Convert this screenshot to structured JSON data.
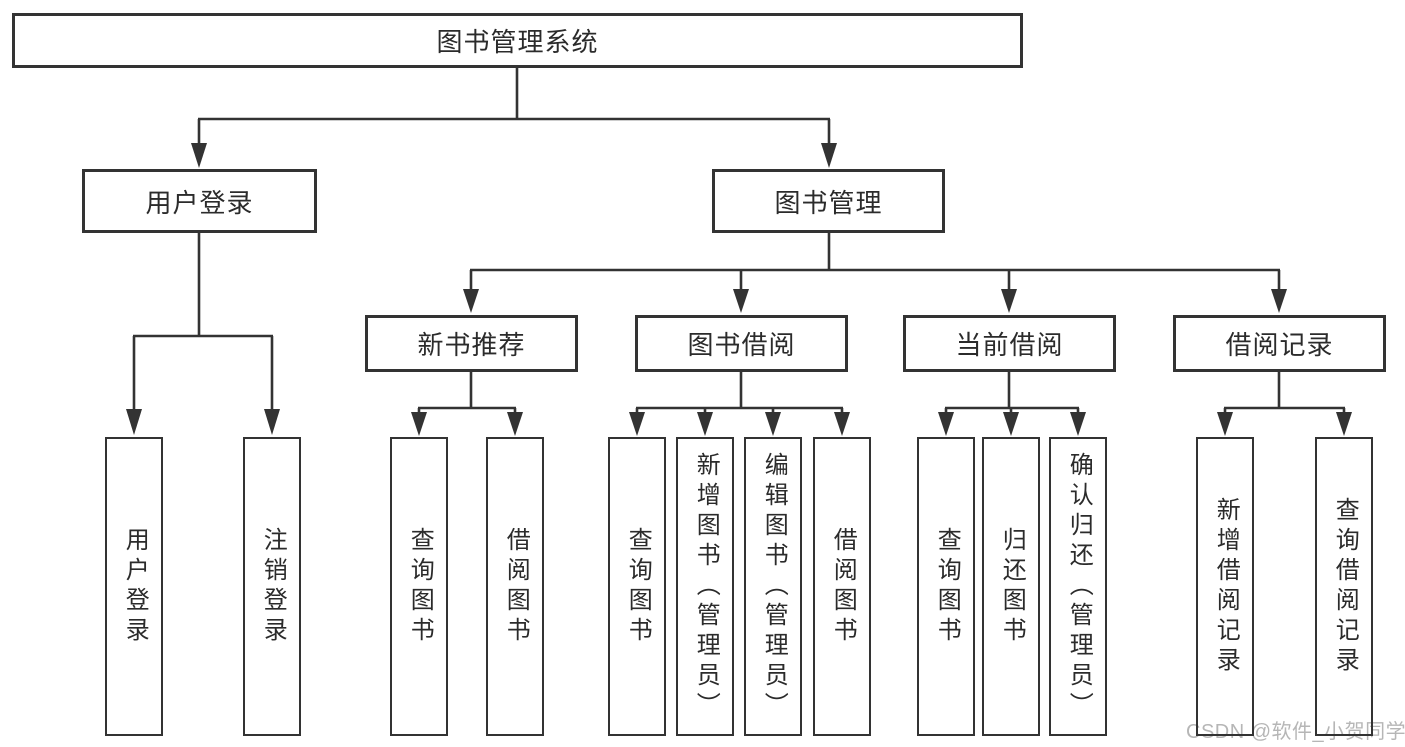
{
  "colors": {
    "background": "#ffffff",
    "box_background": "#ffffff",
    "box_border": "#333333",
    "line": "#333333",
    "text": "#2b2b2b",
    "watermark": "#b6b6b6"
  },
  "watermark": "CSDN @软件_小贺同学",
  "tree": {
    "root": {
      "label": "图书管理系统"
    },
    "children": [
      {
        "label": "用户登录",
        "children": [
          {
            "label": "用户登录"
          },
          {
            "label": "注销登录"
          }
        ]
      },
      {
        "label": "图书管理",
        "children": [
          {
            "label": "新书推荐",
            "children": [
              {
                "label": "查询图书"
              },
              {
                "label": "借阅图书"
              }
            ]
          },
          {
            "label": "图书借阅",
            "children": [
              {
                "label": "查询图书"
              },
              {
                "label": "新增图书（管理员）"
              },
              {
                "label": "编辑图书（管理员）"
              },
              {
                "label": "借阅图书"
              }
            ]
          },
          {
            "label": "当前借阅",
            "children": [
              {
                "label": "查询图书"
              },
              {
                "label": "归还图书"
              },
              {
                "label": "确认归还（管理员）"
              }
            ]
          },
          {
            "label": "借阅记录",
            "children": [
              {
                "label": "新增借阅记录"
              },
              {
                "label": "查询借阅记录"
              }
            ]
          }
        ]
      }
    ]
  }
}
